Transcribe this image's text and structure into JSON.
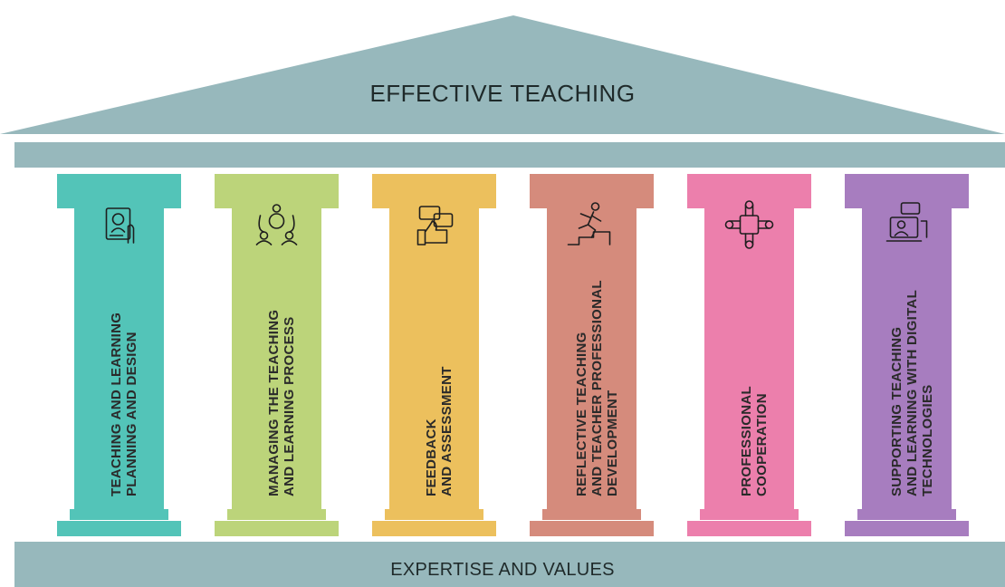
{
  "roof": {
    "title": "EFFECTIVE TEACHING",
    "color": "#97b8bc"
  },
  "base": {
    "title": "EXPERTISE AND VALUES",
    "color": "#97b8bc"
  },
  "pillars": [
    {
      "id": "planning",
      "lines": [
        "TEACHING AND LEARNING",
        "PLANNING AND DESIGN"
      ],
      "color": "#53c4b8",
      "icon": "profile-search-icon"
    },
    {
      "id": "managing",
      "lines": [
        "MANAGING THE TEACHING",
        "AND LEARNING PROCESS"
      ],
      "color": "#bcd47a",
      "icon": "team-network-icon"
    },
    {
      "id": "feedback",
      "lines": [
        "FEEDBACK",
        "AND ASSESSMENT"
      ],
      "color": "#ecc05d",
      "icon": "feedback-thumbs-up-icon"
    },
    {
      "id": "reflective",
      "lines": [
        "REFLECTIVE TEACHING",
        "AND TEACHER PROFESSIONAL",
        "DEVELOPMENT"
      ],
      "color": "#d58b7c",
      "icon": "running-steps-icon"
    },
    {
      "id": "cooperation",
      "lines": [
        "PROFESSIONAL",
        "COOPERATION"
      ],
      "color": "#ec7fac",
      "icon": "joined-hands-icon"
    },
    {
      "id": "digital",
      "lines": [
        "SUPPORTING TEACHING",
        "AND LEARNING WITH DIGITAL",
        "TECHNOLOGIES"
      ],
      "color": "#a77dbf",
      "icon": "online-learning-icon"
    }
  ]
}
